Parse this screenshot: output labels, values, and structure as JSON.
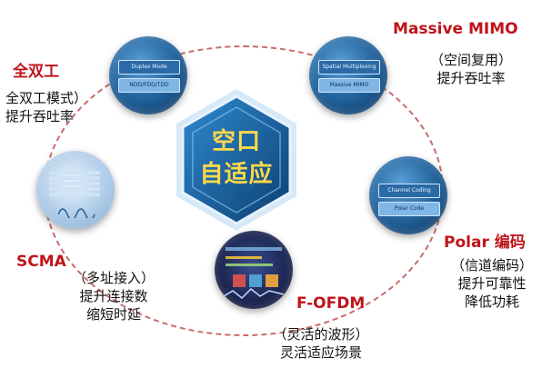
{
  "center": {
    "line1": "空口",
    "line2": "自适应"
  },
  "nodes": {
    "duplex": {
      "title": "全双工",
      "lines": [
        "全双工模式）",
        "提升吞吐率"
      ],
      "panel_top": "Duplex Mode",
      "panel_bottom": "NDD/FDD/TDD"
    },
    "mimo": {
      "title": "Massive MIMO",
      "lines": [
        "（空间复用）",
        "提升吞吐率"
      ],
      "panel_top": "Spatial Multiplexing",
      "panel_bottom": "Massive MIMO"
    },
    "polar": {
      "title": "Polar 编码",
      "lines": [
        "（信道编码）",
        "提升可靠性",
        "降低功耗"
      ],
      "panel_top": "Channel Coding",
      "panel_bottom": "Polar Code"
    },
    "ofdm": {
      "title": "F-OFDM",
      "lines": [
        "（灵活的波形）",
        "灵活适应场景"
      ]
    },
    "scma": {
      "title": "SCMA",
      "lines": [
        "（多址接入）",
        "提升连接数",
        "缩短时延"
      ]
    }
  },
  "colors": {
    "accent": "#c0141a",
    "hex_fill": "#1b6ea8",
    "hex_text": "#ffd84a",
    "ring": "#c96a6a"
  }
}
